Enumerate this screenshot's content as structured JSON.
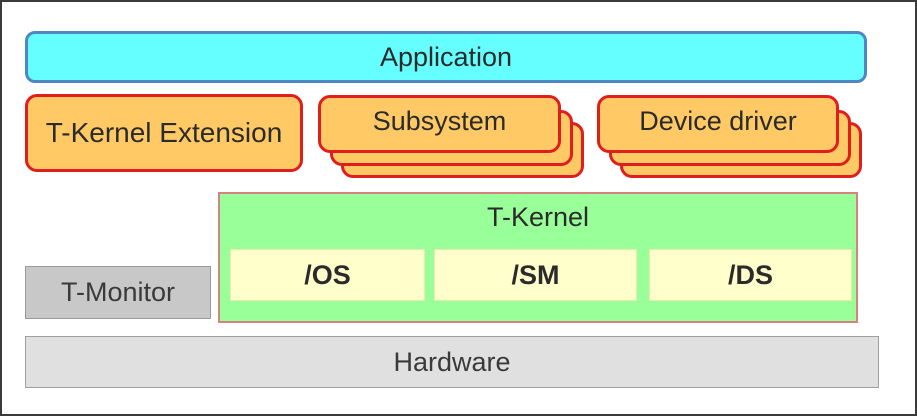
{
  "diagram": {
    "application": "Application",
    "kernel_extension": "T-Kernel Extension",
    "subsystem": "Subsystem",
    "device_driver": "Device driver",
    "kernel": {
      "title": "T-Kernel",
      "modules": [
        "/OS",
        "/SM",
        "/DS"
      ]
    },
    "monitor": "T-Monitor",
    "hardware": "Hardware"
  },
  "colors": {
    "application_fill": "#66ffff",
    "application_border": "#4f86c6",
    "middleware_fill": "#ffc966",
    "middleware_border": "#e01e1e",
    "kernel_fill": "#99ff99",
    "module_fill": "#ffffcc",
    "monitor_fill": "#c8c8c8",
    "hardware_fill": "#e0e0e0"
  }
}
